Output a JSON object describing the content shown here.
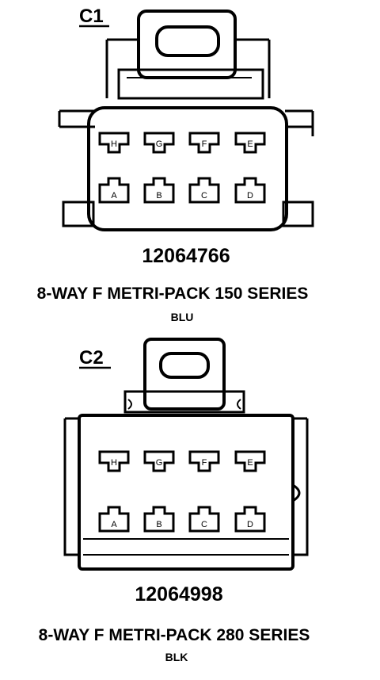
{
  "connectors": [
    {
      "id": "C1",
      "label": "C1",
      "part_number": "12064766",
      "description": "8-WAY F METRI-PACK 150 SERIES",
      "color": "BLU",
      "top_row_pins": [
        "H",
        "G",
        "F",
        "E"
      ],
      "bottom_row_pins": [
        "A",
        "B",
        "C",
        "D"
      ]
    },
    {
      "id": "C2",
      "label": "C2",
      "part_number": "12064998",
      "description": "8-WAY F METRI-PACK 280 SERIES",
      "color": "BLK",
      "top_row_pins": [
        "H",
        "G",
        "F",
        "E"
      ],
      "bottom_row_pins": [
        "A",
        "B",
        "C",
        "D"
      ]
    }
  ]
}
